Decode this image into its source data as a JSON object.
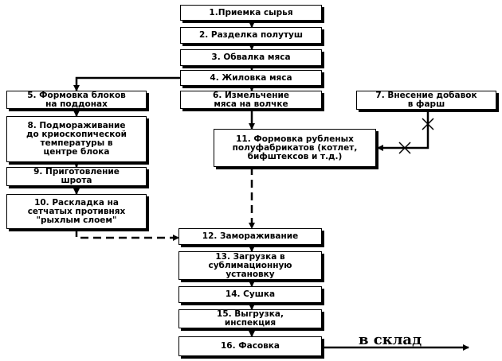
{
  "steps": {
    "s1": "1.Приемка сырья",
    "s2": "2. Разделка полутуш",
    "s3": "3. Обвалка мяса",
    "s4": "4. Жиловка мяса",
    "s5": "5. Формовка блоков\nна поддонах",
    "s6": "6. Измельчение\nмяса на волчке",
    "s7": "7. Внесение добавок\nв фарш",
    "s8": "8. Подмораживание\nдо криоскопической\nтемпературы в\nцентре блока",
    "s9": "9. Приготовление\nшрота",
    "s10": "10. Раскладка на\nсетчатых противнях\n\"рыхлым слоем\"",
    "s11": "11. Формовка рубленых\nполуфабрикатов (котлет,\nбифштексов и т.д.)",
    "s12": "12. Замораживание",
    "s13": "13.    Загрузка в\nсублимационную\nустановку",
    "s14": "14. Сушка",
    "s15": "15. Выгрузка,\nинспекция",
    "s16": "16. Фасовка"
  },
  "output_label": "в склад",
  "colors": {
    "line": "#000000",
    "box_border": "#000000",
    "box_fill": "#ffffff"
  }
}
